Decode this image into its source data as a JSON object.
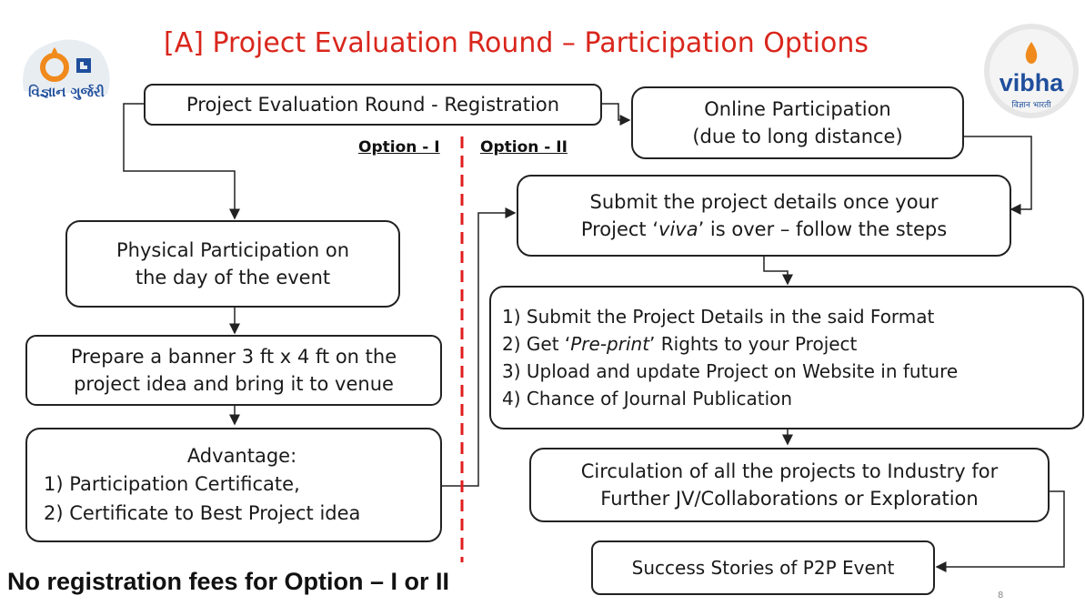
{
  "title": "[A] Project Evaluation Round – Participation Options",
  "logo_left_text": "વિજ્ઞાન ગુર્જરી",
  "logo_right_text": "vibha",
  "logo_right_subtext": "विज्ञान भारती",
  "registration": "Project Evaluation Round - Registration",
  "option_one": "Option - I",
  "option_two": "Option - II",
  "online": {
    "line1": "Online Participation",
    "line2": "(due to long distance)"
  },
  "physical": {
    "line1": "Physical Participation on",
    "line2": "the day of the event"
  },
  "banner": {
    "line1": "Prepare a banner 3 ft x 4 ft on the",
    "line2": "project idea and bring it to venue"
  },
  "advantage": {
    "heading": "Advantage:",
    "item1": "1) Participation Certificate,",
    "item2": "2) Certificate to Best Project idea"
  },
  "submit": {
    "line1": "Submit the project details once your",
    "line2_pre": "Project ‘",
    "line2_em": "viva",
    "line2_post": "’ is over – follow the steps"
  },
  "steps": {
    "s1": "1) Submit the Project Details in the said Format",
    "s2_pre": "2) Get ‘",
    "s2_em": "Pre-print",
    "s2_post": "’ Rights to your Project",
    "s3": "3) Upload and update Project on Website in future",
    "s4": "4) Chance of Journal Publication"
  },
  "circulation": {
    "line1": "Circulation of all the projects to Industry for",
    "line2": "Further JV/Collaborations or Exploration"
  },
  "success": "Success Stories of P2P Event",
  "footer": "No registration fees for Option – I or II",
  "page_number": "8",
  "colors": {
    "title": "#d9261c",
    "divider": "#e11d1d",
    "logo_orange": "#f08a1c",
    "logo_blue": "#1f4e9c"
  }
}
